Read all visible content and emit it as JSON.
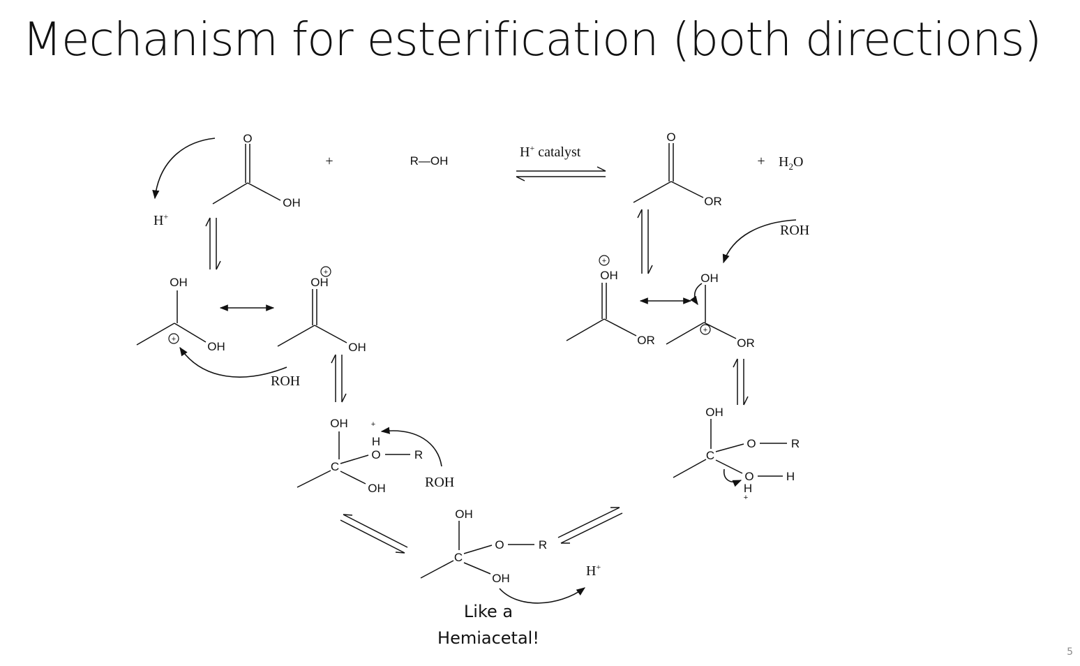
{
  "slide": {
    "title": "Mechanism for esterification (both directions)",
    "page_number": "5"
  },
  "atoms": {
    "o": "O",
    "oh": "OH",
    "or": "OR",
    "h": "H",
    "c": "C",
    "r": "R",
    "r_oh": "R—OH"
  },
  "reagents": {
    "h": "H",
    "plus_sup": "+",
    "catalyst": " catalyst",
    "roh": "ROH",
    "water_h": "H",
    "water_sub": "2",
    "water_o": "O",
    "plus": "+"
  },
  "charges": {
    "plus": "+"
  },
  "notes": {
    "line1": "Like a",
    "line2": "Hemiacetal!"
  }
}
